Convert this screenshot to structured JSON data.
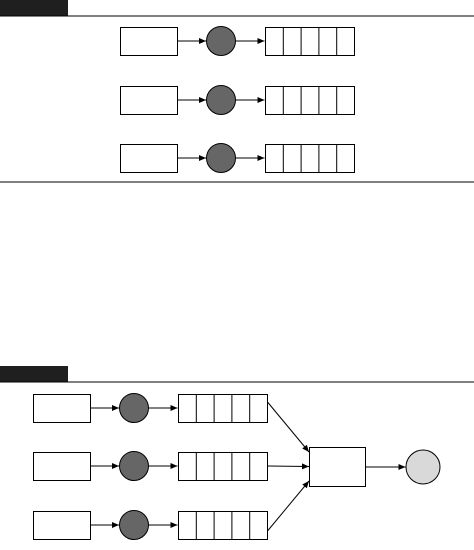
{
  "colors": {
    "background": "#ffffff",
    "line": "#000000",
    "header_tab": "#1f1f1f",
    "process_node": "#666666",
    "sink_node": "#d9d9d9"
  },
  "panels": [
    {
      "name": "panel-top",
      "pipelines": [
        {
          "source": "source-box-1",
          "worker": "worker-node-1",
          "queue_slots": 5
        },
        {
          "source": "source-box-2",
          "worker": "worker-node-2",
          "queue_slots": 5
        },
        {
          "source": "source-box-3",
          "worker": "worker-node-3",
          "queue_slots": 5
        }
      ],
      "merge": false
    },
    {
      "name": "panel-bottom",
      "pipelines": [
        {
          "source": "source-box-1",
          "worker": "worker-node-1",
          "queue_slots": 5
        },
        {
          "source": "source-box-2",
          "worker": "worker-node-2",
          "queue_slots": 5
        },
        {
          "source": "source-box-3",
          "worker": "worker-node-3",
          "queue_slots": 5
        }
      ],
      "merge": true,
      "merger": "merger-box",
      "sink": "sink-node"
    }
  ]
}
